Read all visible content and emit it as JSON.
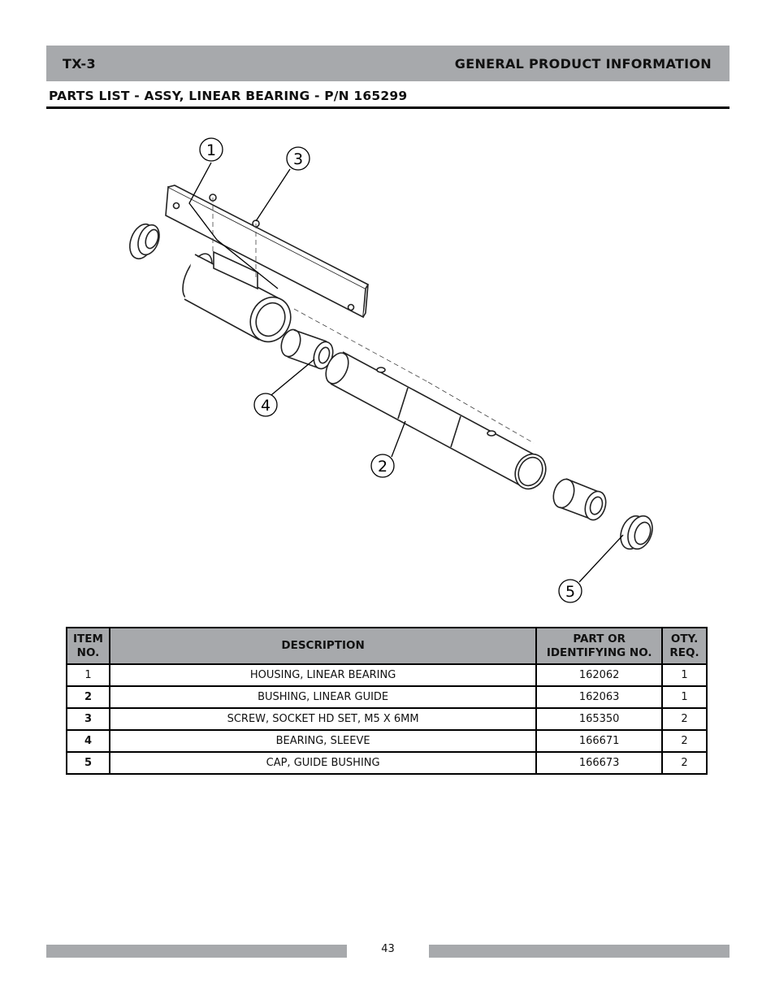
{
  "header": {
    "model": "TX-3",
    "section": "GENERAL PRODUCT INFORMATION"
  },
  "title": "PARTS LIST - ASSY, LINEAR BEARING - P/N 165299",
  "diagram": {
    "callouts": [
      "1",
      "3",
      "4",
      "2",
      "5"
    ]
  },
  "table": {
    "headers": {
      "item": [
        "ITEM",
        "NO."
      ],
      "description": "DESCRIPTION",
      "part": [
        "PART OR",
        "IDENTIFYING NO."
      ],
      "qty": [
        "OTY.",
        "REQ."
      ]
    },
    "rows": [
      {
        "item": "1",
        "description": "HOUSING, LINEAR BEARING",
        "part": "162062",
        "qty": "1"
      },
      {
        "item": "2",
        "description": "BUSHING, LINEAR GUIDE",
        "part": "162063",
        "qty": "1"
      },
      {
        "item": "3",
        "description": "SCREW, SOCKET HD SET, M5 X 6MM",
        "part": "165350",
        "qty": "2"
      },
      {
        "item": "4",
        "description": "BEARING, SLEEVE",
        "part": "166671",
        "qty": "2"
      },
      {
        "item": "5",
        "description": "CAP, GUIDE BUSHING",
        "part": "166673",
        "qty": "2"
      }
    ]
  },
  "footer": {
    "page": "43"
  },
  "colors": {
    "bar_gray": "#a7a9ac",
    "rule": "#000000"
  }
}
